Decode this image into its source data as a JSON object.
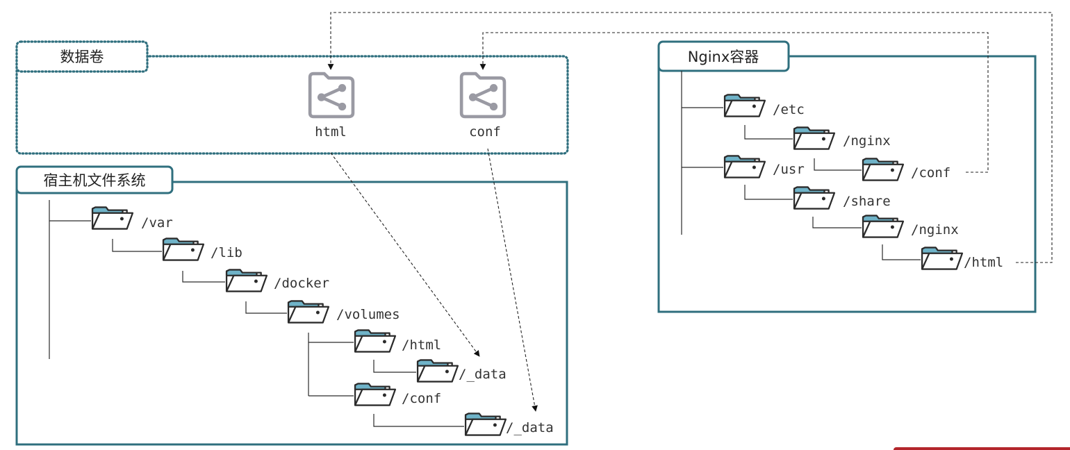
{
  "volume_group": {
    "title": "数据卷",
    "volumes": [
      {
        "name": "html",
        "icon": "shared-folder-icon"
      },
      {
        "name": "conf",
        "icon": "shared-folder-icon"
      }
    ]
  },
  "host_fs": {
    "title": "宿主机文件系统",
    "tree": [
      {
        "label": "/var"
      },
      {
        "label": "/lib"
      },
      {
        "label": "/docker"
      },
      {
        "label": "/volumes"
      },
      {
        "label": "/html"
      },
      {
        "label": "/_data"
      },
      {
        "label": "/conf"
      },
      {
        "label": "/_data"
      }
    ]
  },
  "container": {
    "title": "Nginx容器",
    "tree": [
      {
        "label": "/etc"
      },
      {
        "label": "/nginx"
      },
      {
        "label": "/conf"
      },
      {
        "label": "/usr"
      },
      {
        "label": "/share"
      },
      {
        "label": "/nginx"
      },
      {
        "label": "/html"
      }
    ]
  },
  "colors": {
    "frame": "#2f6f7e",
    "folder_tab": "#6fb3c8",
    "folder_outline": "#2b2b2b",
    "volume_icon": "#9a9aa3",
    "accent_bar": "#b3262b"
  }
}
